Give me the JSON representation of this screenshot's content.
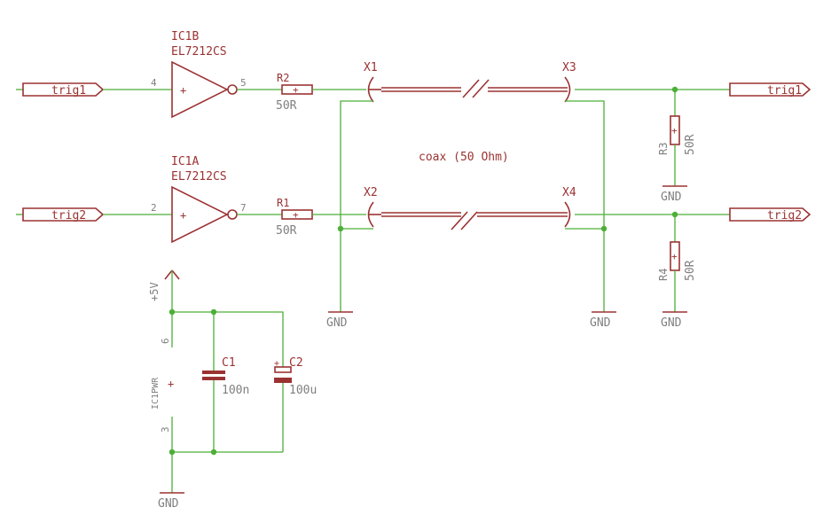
{
  "colors": {
    "wire": "#4caf37",
    "symbol": "#9b3232",
    "label": "#7f7f7f"
  },
  "ports": {
    "in_trig1": "trig1",
    "in_trig2": "trig2",
    "out_trig1": "trig1",
    "out_trig2": "trig2"
  },
  "ic1b": {
    "name": "IC1B",
    "value": "EL7212CS",
    "pin_in": "4",
    "pin_out": "5",
    "plus": "+"
  },
  "ic1a": {
    "name": "IC1A",
    "value": "EL7212CS",
    "pin_in": "2",
    "pin_out": "7",
    "plus": "+"
  },
  "icpwr": {
    "name": "IC1PWR",
    "pin_top": "6",
    "pin_bottom": "3",
    "plus": "+"
  },
  "r1": {
    "name": "R1",
    "value": "50R"
  },
  "r2": {
    "name": "R2",
    "value": "50R"
  },
  "r3": {
    "name": "R3",
    "value": "50R"
  },
  "r4": {
    "name": "R4",
    "value": "50R"
  },
  "c1": {
    "name": "C1",
    "value": "100n"
  },
  "c2": {
    "name": "C2",
    "value": "100u"
  },
  "connectors": {
    "x1": "X1",
    "x2": "X2",
    "x3": "X3",
    "x4": "X4"
  },
  "coax_label": "coax (50 Ohm)",
  "supply": {
    "vcc": "+5V",
    "gnd": "GND"
  }
}
